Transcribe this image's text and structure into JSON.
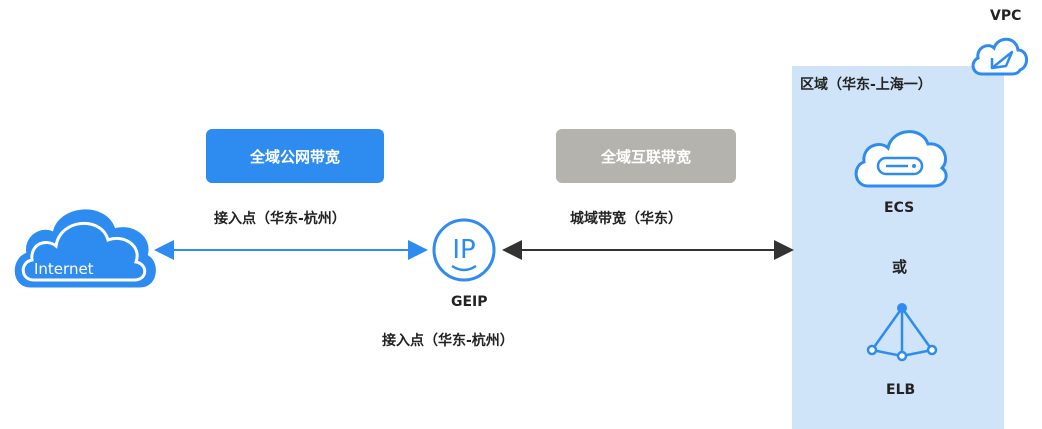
{
  "vpc": {
    "label": "VPC",
    "icon": "vpc-cloud-icon"
  },
  "region": {
    "label": "区域（华东-上海一）",
    "color": "#cfe4f8"
  },
  "internet": {
    "label": "Internet",
    "icon": "cloud-icon"
  },
  "buttons": {
    "public_bandwidth": {
      "label": "全域公网带宽",
      "color": "#2e8cf0"
    },
    "interconnect_bandwidth": {
      "label": "全域互联带宽",
      "color": "#b4b3ad"
    }
  },
  "labels": {
    "access_point_top": "接入点（华东-杭州）",
    "city_bandwidth": "城域带宽（华东）",
    "access_point_bottom": "接入点（华东-杭州）"
  },
  "geip": {
    "label": "GEIP",
    "icon_text": "IP"
  },
  "ecs": {
    "label": "ECS",
    "icon": "ecs-cloud-icon"
  },
  "or_text": "或",
  "elb": {
    "label": "ELB",
    "icon": "elb-icon"
  },
  "colors": {
    "accent": "#2e8cf0",
    "line_dark": "#333333",
    "line_blue": "#2e8cf0"
  }
}
